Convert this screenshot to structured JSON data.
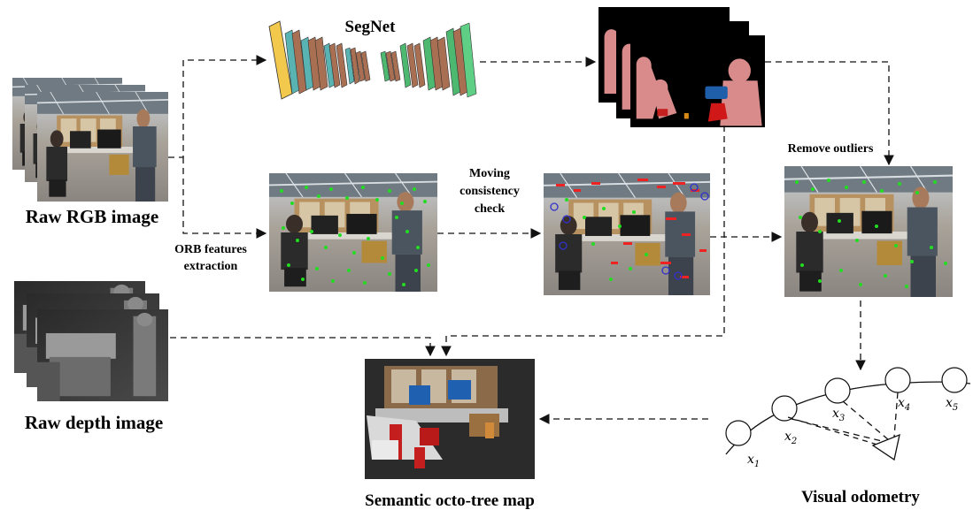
{
  "segnet": {
    "title": "SegNet"
  },
  "inputs": {
    "rgb_label": "Raw RGB image",
    "depth_label": "Raw depth image"
  },
  "steps": {
    "orb_line1": "ORB features",
    "orb_line2": "extraction",
    "moving_line1": "Moving",
    "moving_line2": "consistency",
    "moving_line3": "check",
    "remove_outliers": "Remove outliers"
  },
  "outputs": {
    "map_label": "Semantic octo-tree map",
    "vo_label": "Visual odometry"
  },
  "odometry": {
    "poses": [
      {
        "var": "x",
        "sub": "1"
      },
      {
        "var": "x",
        "sub": "2"
      },
      {
        "var": "x",
        "sub": "3"
      },
      {
        "var": "x",
        "sub": "4"
      },
      {
        "var": "x",
        "sub": "5"
      }
    ]
  },
  "colors": {
    "person_mask": "#d98b8b",
    "monitor_mask": "#1f5faa",
    "chair_mask": "#d01818",
    "feature_point": "#22dd22",
    "outlier_point": "#ee2222",
    "outlier_circle": "#3030cc"
  }
}
